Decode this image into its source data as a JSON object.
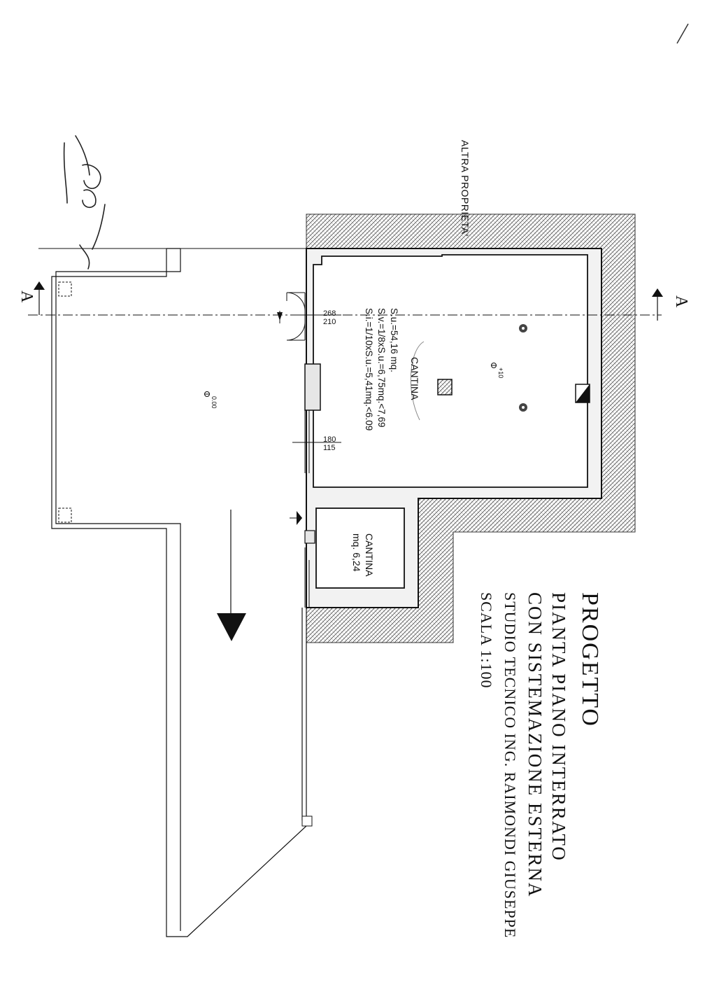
{
  "neighbor_label": "ALTRA PROPRIETA'",
  "title_block": {
    "title": "PROGETTO",
    "subtitle_line1": "PIANTA PIANO INTERRATO",
    "subtitle_line2": "CON SISTEMAZIONE ESTERNA",
    "studio": "STUDIO TECNICO ING. RAIMONDI GIUSEPPE",
    "scale": "SCALA 1:100"
  },
  "section_marks": {
    "left": "A",
    "right": "A"
  },
  "rooms": [
    {
      "name": "CANTINA",
      "areas": [
        "S.u.=54,16 mq.",
        "S.v.=1/8xS.u.=6,75mq.<7,69",
        "S.i.=1/10xS.u.=5,41mq.<6.09"
      ]
    },
    {
      "name": "CANTINA",
      "area": "mq. 6,24"
    }
  ],
  "openings": [
    {
      "top": "268",
      "bottom": "210"
    },
    {
      "top": "180",
      "bottom": "115"
    }
  ],
  "elevations": {
    "outdoor": "0.00",
    "cellar": "+10"
  },
  "handwritten_note": "1:100",
  "colors": {
    "ink": "#111111",
    "hatch": "#555555",
    "paper": "#ffffff"
  }
}
